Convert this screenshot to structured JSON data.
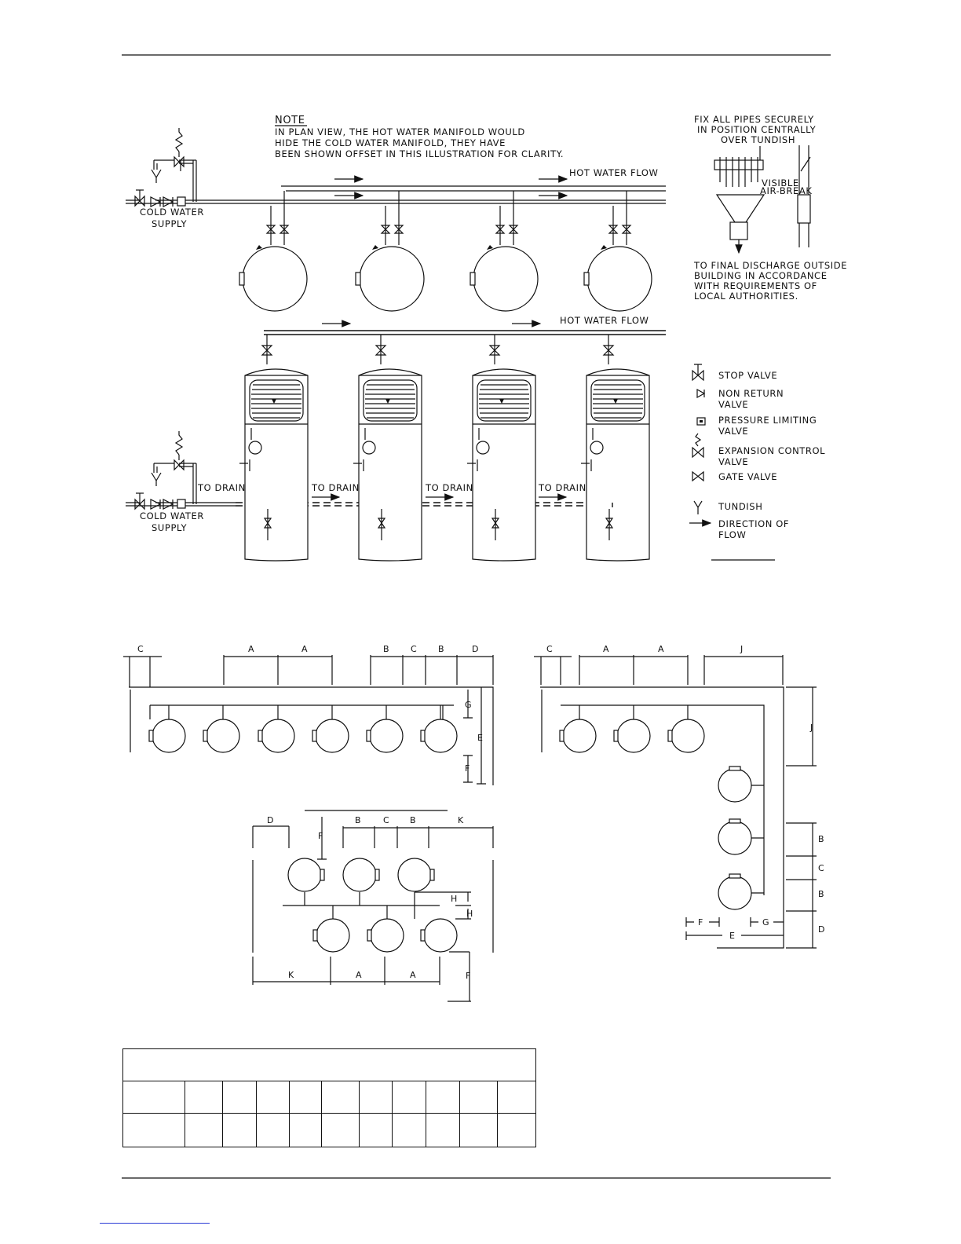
{
  "note": {
    "heading": "NOTE",
    "lines": [
      "IN PLAN VIEW, THE HOT WATER MANIFOLD WOULD",
      "HIDE THE COLD WATER MANIFOLD, THEY HAVE",
      "BEEN SHOWN OFFSET IN THIS ILLUSTRATION FOR CLARITY."
    ]
  },
  "plan_view": {
    "flow_label": "HOT WATER FLOW",
    "supply_label": [
      "COLD WATER",
      "SUPPLY"
    ]
  },
  "elevation_view": {
    "flow_label": "HOT WATER FLOW",
    "supply_label": [
      "COLD WATER",
      "SUPPLY"
    ],
    "drain_label": "TO DRAIN"
  },
  "tundish_detail": {
    "top_lines": [
      "FIX ALL PIPES SECURELY",
      "IN POSITION CENTRALLY",
      "OVER TUNDISH"
    ],
    "airbreak": [
      "VISIBLE",
      "AIR-BREAK"
    ],
    "bottom_lines": [
      "TO FINAL DISCHARGE OUTSIDE",
      "BUILDING IN ACCORDANCE",
      "WITH REQUIREMENTS OF",
      "LOCAL AUTHORITIES."
    ]
  },
  "legend": [
    {
      "symbol": "stop-valve",
      "lines": [
        "STOP VALVE"
      ]
    },
    {
      "symbol": "non-return-valve",
      "lines": [
        "NON RETURN",
        "VALVE"
      ]
    },
    {
      "symbol": "pressure-limiting-valve",
      "lines": [
        "PRESSURE LIMITING",
        "VALVE"
      ]
    },
    {
      "symbol": "expansion-control-valve",
      "lines": [
        "EXPANSION CONTROL",
        "VALVE"
      ]
    },
    {
      "symbol": "gate-valve",
      "lines": [
        "GATE VALVE"
      ]
    },
    {
      "symbol": "tundish",
      "lines": [
        "TUNDISH"
      ]
    },
    {
      "symbol": "flow-arrow",
      "lines": [
        "DIRECTION OF",
        "FLOW"
      ]
    }
  ],
  "layout_row": {
    "top_dims": [
      "C",
      "A",
      "A",
      "B",
      "C",
      "B",
      "D"
    ],
    "side_dims": [
      "G",
      "E",
      "F"
    ]
  },
  "layout_corner": {
    "top_dims": [
      "C",
      "A",
      "A",
      "J"
    ],
    "right_dims": [
      "J",
      "B",
      "C",
      "B",
      "D"
    ],
    "bottom_dims": [
      "F",
      "G",
      "E"
    ]
  },
  "layout_double": {
    "top_dims": [
      "D",
      "F",
      "B",
      "C",
      "B",
      "K"
    ],
    "side_dims": [
      "H",
      "H",
      "F"
    ],
    "bottom_dims": [
      "K",
      "A",
      "A"
    ]
  },
  "table": {
    "title": "",
    "header": [
      "",
      "",
      "",
      "",
      "",
      "",
      "",
      "",
      "",
      "",
      ""
    ],
    "values": [
      "",
      "",
      "",
      "",
      "",
      "",
      "",
      "",
      "",
      "",
      ""
    ]
  }
}
